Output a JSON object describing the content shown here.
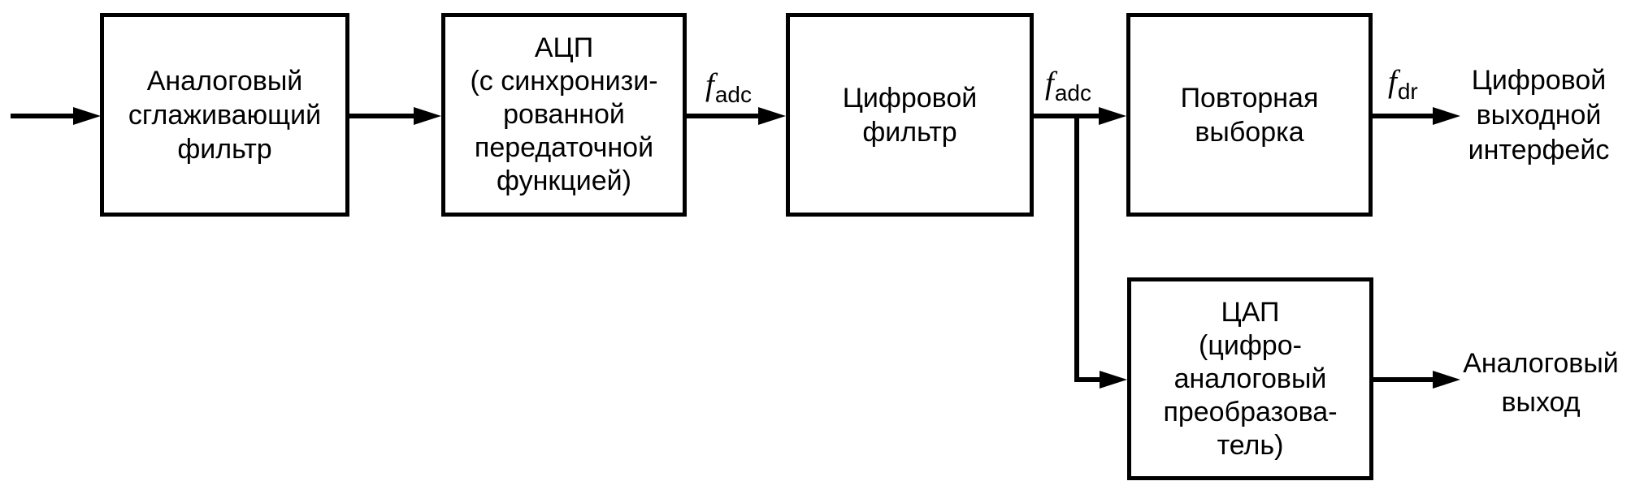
{
  "diagram": {
    "title": "Signal processing chain block diagram",
    "colors": {
      "line": "#000000",
      "background": "#ffffff",
      "text": "#000000"
    },
    "blocks": [
      {
        "id": "analog-filter",
        "lines": [
          "Аналоговый",
          "сглаживающий",
          "фильтр"
        ]
      },
      {
        "id": "adc",
        "lines": [
          "АЦП",
          "(с синхронизи-",
          "рованной",
          "передаточной",
          "функцией)"
        ]
      },
      {
        "id": "digital-filter",
        "lines": [
          "Цифровой",
          "фильтр"
        ]
      },
      {
        "id": "resampling",
        "lines": [
          "Повторная",
          "выборка"
        ]
      },
      {
        "id": "dac",
        "lines": [
          "ЦАП",
          "(цифро-",
          "аналоговый",
          "преобразова-",
          "тель)"
        ]
      }
    ],
    "signal_labels": [
      {
        "id": "f-adc-1",
        "base": "f",
        "sub": "adc"
      },
      {
        "id": "f-adc-2",
        "base": "f",
        "sub": "adc"
      },
      {
        "id": "f-dr",
        "base": "f",
        "sub": "dr"
      }
    ],
    "outputs": [
      {
        "id": "digital-output",
        "lines": [
          "Цифровой",
          "выходной",
          "интерфейс"
        ]
      },
      {
        "id": "analog-output",
        "lines": [
          "Аналоговый",
          "выход"
        ]
      }
    ]
  }
}
